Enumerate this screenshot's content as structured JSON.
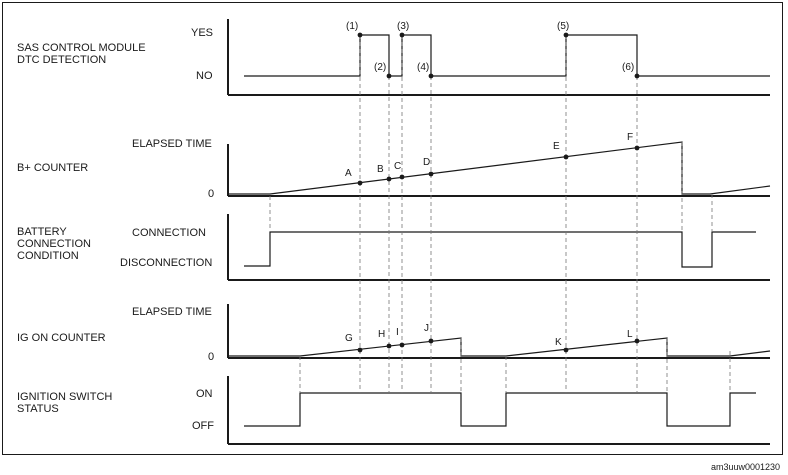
{
  "rows": [
    {
      "id": "sas",
      "name": [
        "SAS CONTROL MODULE",
        "DTC DETECTION"
      ],
      "levels": [
        "YES",
        "NO"
      ]
    },
    {
      "id": "bplus",
      "name": [
        "B+ COUNTER"
      ],
      "levels": [
        "ELAPSED TIME",
        "0"
      ]
    },
    {
      "id": "battery",
      "name": [
        "BATTERY",
        "CONNECTION",
        "CONDITION"
      ],
      "levels": [
        "CONNECTION",
        "DISCONNECTION"
      ]
    },
    {
      "id": "ig",
      "name": [
        "IG ON COUNTER"
      ],
      "levels": [
        "ELAPSED TIME",
        "0"
      ]
    },
    {
      "id": "ignition",
      "name": [
        "IGNITION SWITCH",
        "STATUS"
      ],
      "levels": [
        "ON",
        "OFF"
      ]
    }
  ],
  "event_labels": [
    "(1)",
    "(2)",
    "(3)",
    "(4)",
    "(5)",
    "(6)"
  ],
  "bplus_points": [
    "A",
    "B",
    "C",
    "D",
    "E",
    "F"
  ],
  "ig_points": [
    "G",
    "H",
    "I",
    "J",
    "K",
    "L"
  ],
  "footer": "am3uuw0001230"
}
